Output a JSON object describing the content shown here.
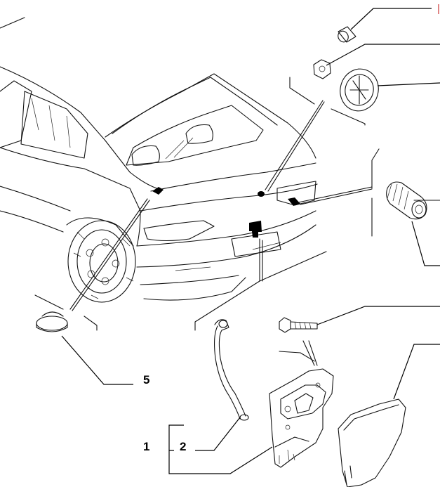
{
  "callouts": {
    "c1": "1",
    "c2": "2",
    "c5": "5"
  },
  "colors": {
    "line": "#111111",
    "edge_marker": "#cc3333"
  }
}
